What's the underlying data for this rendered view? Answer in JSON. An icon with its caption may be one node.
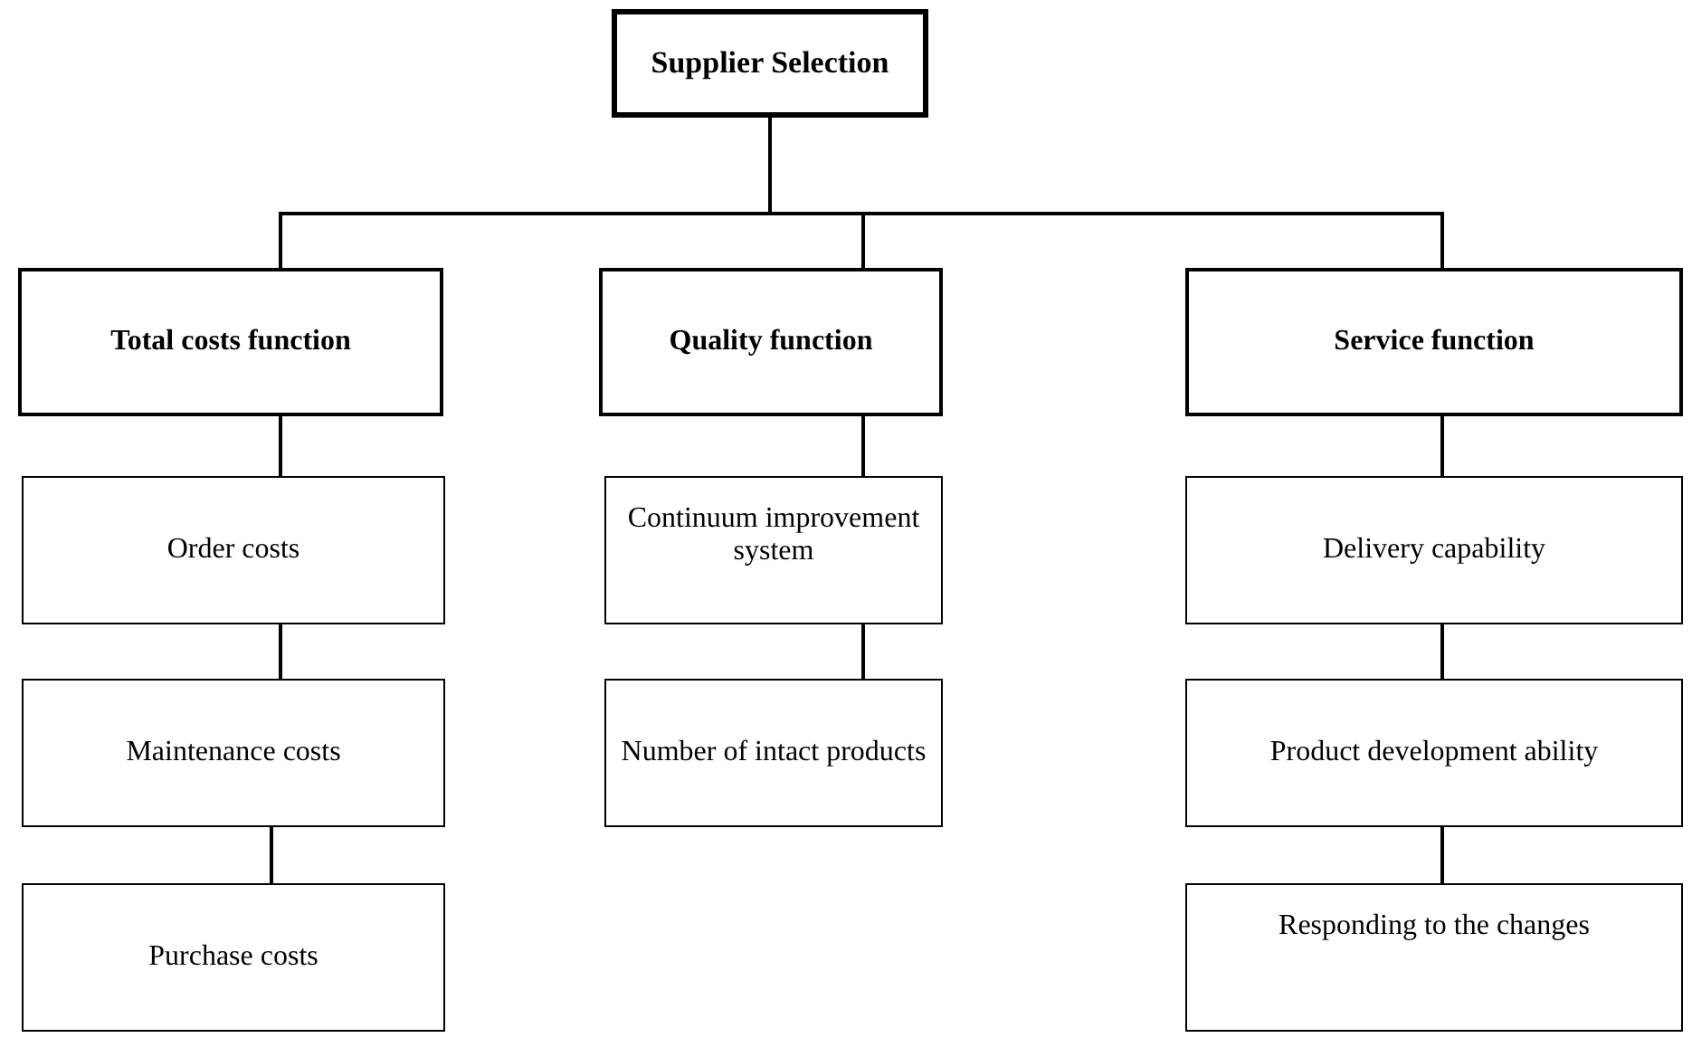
{
  "diagram": {
    "nodes": [
      {
        "text": [
          "Supplier Selection"
        ]
      },
      {
        "text": [
          "Total costs function"
        ]
      },
      {
        "text": [
          "Quality function"
        ]
      },
      {
        "text": [
          "Service function"
        ]
      },
      {
        "text": [
          "Order costs"
        ]
      },
      {
        "text": [
          "Maintenance costs"
        ]
      },
      {
        "text": [
          "Purchase costs"
        ]
      },
      {
        "text": [
          "Continuum improvement system"
        ]
      },
      {
        "text": [
          "Number of intact products"
        ]
      },
      {
        "text": [
          "Delivery capability"
        ]
      },
      {
        "text": [
          "Product development ability"
        ]
      },
      {
        "text": [
          "Responding to the changes"
        ]
      }
    ],
    "edges": [
      {
        "from": 0,
        "to": 1,
        "arrow": "none"
      },
      {
        "from": 0,
        "to": 2,
        "arrow": "none"
      },
      {
        "from": 0,
        "to": 3,
        "arrow": "none"
      },
      {
        "from": 1,
        "to": 4,
        "arrow": "none"
      },
      {
        "from": 4,
        "to": 5,
        "arrow": "none"
      },
      {
        "from": 5,
        "to": 6,
        "arrow": "none"
      },
      {
        "from": 2,
        "to": 7,
        "arrow": "none"
      },
      {
        "from": 7,
        "to": 8,
        "arrow": "none"
      },
      {
        "from": 3,
        "to": 9,
        "arrow": "none"
      },
      {
        "from": 9,
        "to": 10,
        "arrow": "none"
      },
      {
        "from": 10,
        "to": 11,
        "arrow": "none"
      }
    ]
  }
}
